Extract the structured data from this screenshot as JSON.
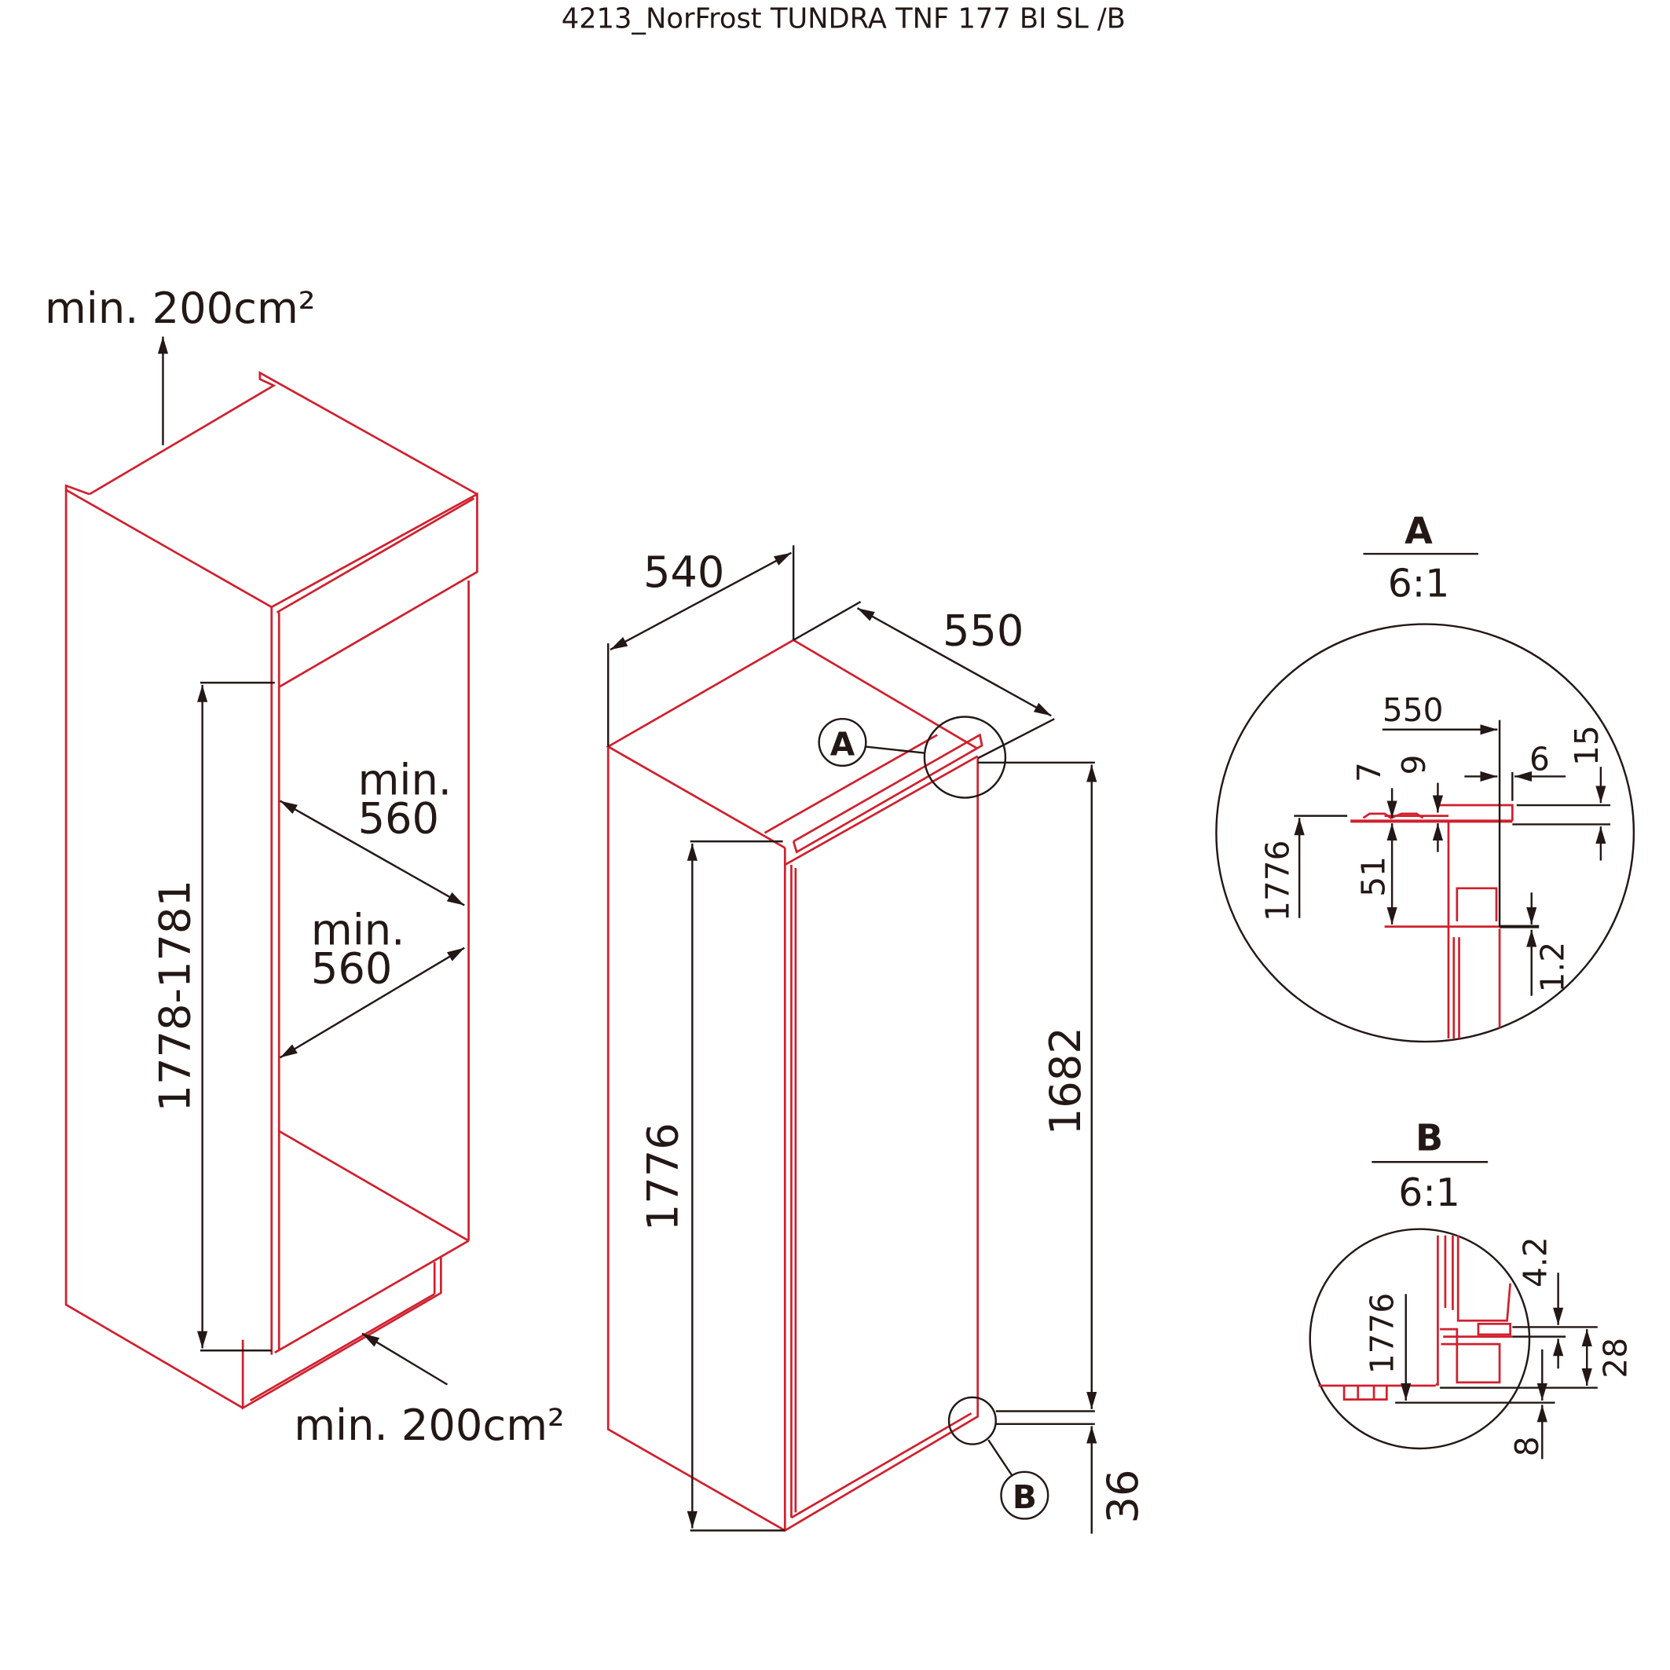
{
  "title": "4213_NorFrost TUNDRA TNF 177 BI SL /B",
  "colors": {
    "outline": "#d0202e",
    "dimension": "#231815"
  },
  "niche_view": {
    "vent_top": "min. 200cm²",
    "vent_bottom": "min. 200cm²",
    "niche_height": "1778-1781",
    "depth_top_label": "min.",
    "depth_top_value": "560",
    "depth_bottom_label": "min.",
    "depth_bottom_value": "560"
  },
  "appliance_view": {
    "width": "540",
    "depth": "550",
    "height": "1776",
    "door_height": "1682",
    "bottom_offset": "36",
    "detail_a_marker": "A",
    "detail_b_marker": "B"
  },
  "detail_a": {
    "title": "A",
    "scale": "6:1",
    "dims": {
      "depth": "550",
      "gap_6": "6",
      "gap_15": "15",
      "gap_7": "7",
      "gap_9": "9",
      "height": "1776",
      "gap_51": "51",
      "gap_1_2": "1.2"
    }
  },
  "detail_b": {
    "title": "B",
    "scale": "6:1",
    "dims": {
      "gap_4_2": "4.2",
      "gap_28": "28",
      "height": "1776",
      "gap_8": "8"
    }
  }
}
